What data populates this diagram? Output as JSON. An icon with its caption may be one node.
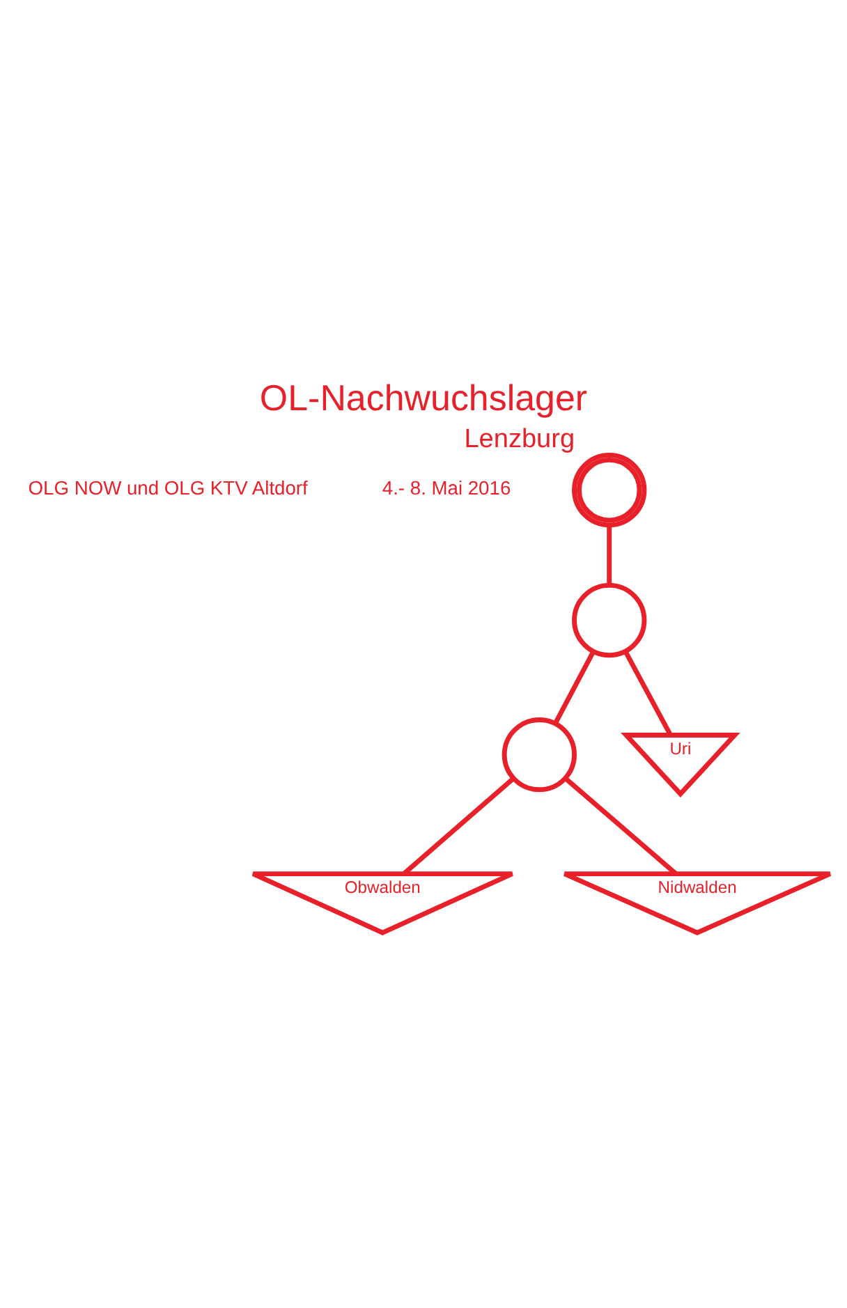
{
  "diagram": {
    "title": "OL-Nachwuchslager",
    "nodes": [
      {
        "text": [
          "Lenzburg"
        ]
      },
      {
        "text": [],
        "shape": "circle"
      },
      {
        "text": [],
        "shape": "circle"
      },
      {
        "text": [
          "Obwalden"
        ]
      },
      {
        "text": [
          "Uri"
        ]
      },
      {
        "text": [
          "Nidwalden"
        ]
      }
    ],
    "edges": [
      {
        "from": 0,
        "to": 1,
        "arrow": "none"
      },
      {
        "from": 1,
        "to": 2,
        "arrow": "none"
      },
      {
        "from": 1,
        "to": 4,
        "arrow": "none"
      },
      {
        "from": 2,
        "to": 3,
        "arrow": "none"
      },
      {
        "from": 2,
        "to": 5,
        "arrow": "none"
      }
    ],
    "labels": [
      "OLG NOW und OLG KTV Altdorf",
      "4.- 8. Mai 2016"
    ]
  }
}
